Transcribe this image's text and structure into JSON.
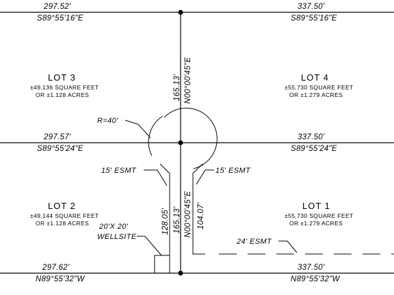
{
  "lines": {
    "top_left": {
      "distance": "297.52'",
      "bearing": "S89°55'16\"E"
    },
    "top_right": {
      "distance": "337.50'",
      "bearing": "S89°55'16\"E"
    },
    "mid_left": {
      "distance": "297.57'",
      "bearing": "S89°55'24\"E"
    },
    "mid_right": {
      "distance": "337.50'",
      "bearing": "S89°55'24\"E"
    },
    "bot_left": {
      "distance": "297.62'",
      "bearing": "N89°55'32\"W"
    },
    "bot_right": {
      "distance": "337.50'",
      "bearing": "N89°55'32\"W"
    },
    "center_upper": {
      "distance": "165.13'",
      "bearing": "N00°00'45\"E"
    },
    "center_lower": {
      "distance": "165.13'",
      "bearing": "N00°00'45\"E"
    },
    "esmt_left_dim": "128.05'",
    "esmt_right_dim": "104.07'"
  },
  "lots": {
    "lot3": {
      "title": "LOT 3",
      "area_sf": "±49,136 SQUARE FEET",
      "area_ac": "OR ±1.128 ACRES"
    },
    "lot4": {
      "title": "LOT 4",
      "area_sf": "±55,730 SQUARE FEET",
      "area_ac": "OR ±1.279 ACRES"
    },
    "lot2": {
      "title": "LOT 2",
      "area_sf": "±49,144 SQUARE FEET",
      "area_ac": "OR ±1.128 ACRES"
    },
    "lot1": {
      "title": "LOT 1",
      "area_sf": "±55,730 SQUARE FEET",
      "area_ac": "OR ±1.279 ACRES"
    }
  },
  "notes": {
    "radius": "R=40'",
    "esmt_left": "15' ESMT",
    "esmt_right": "15' ESMT",
    "wellsite_line1": "20'X 20'",
    "wellsite_line2": "WELLSITE",
    "esmt_24": "24' ESMT"
  }
}
